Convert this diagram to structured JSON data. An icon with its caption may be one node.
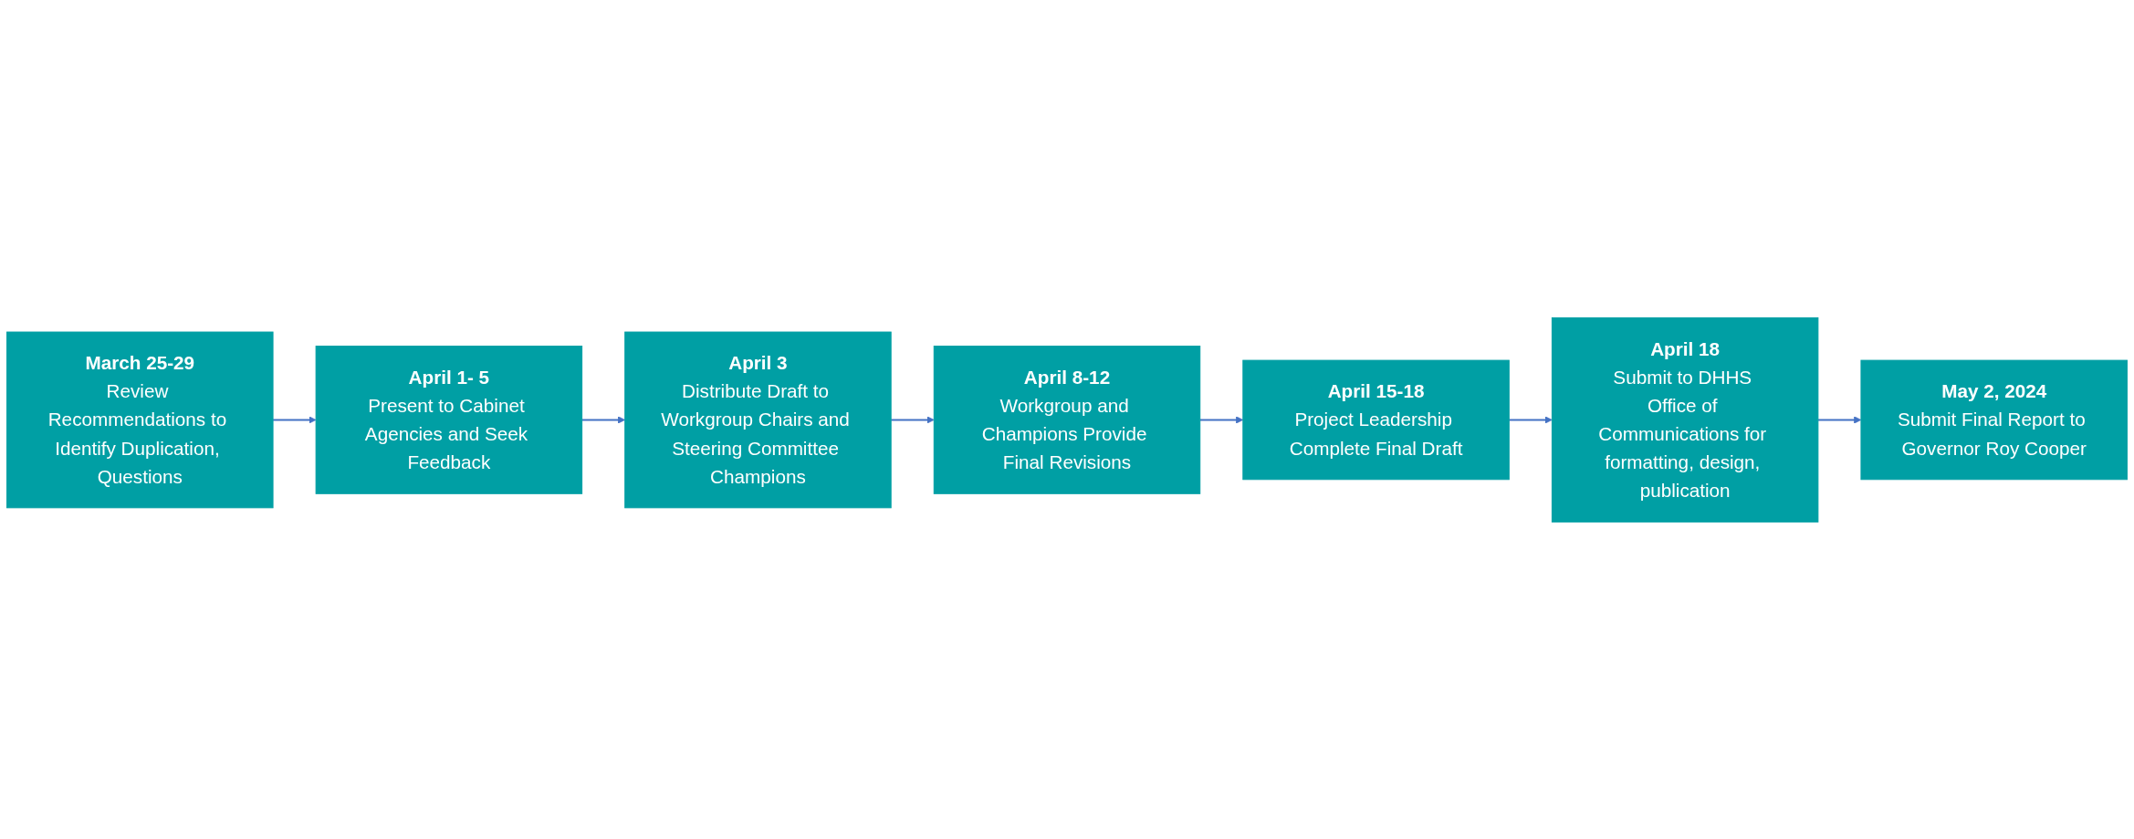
{
  "diagram": {
    "nodes": [
      {
        "text": [
          "March 25-29",
          "Review Recommendations to Identify Duplication, Questions"
        ]
      },
      {
        "text": [
          "April 1- 5",
          "Present to Cabinet Agencies and Seek Feedback"
        ]
      },
      {
        "text": [
          "April 3",
          "Distribute Draft to Workgroup Chairs and Steering Committee Champions"
        ]
      },
      {
        "text": [
          "April 8-12",
          "Workgroup and Champions Provide Final Revisions"
        ]
      },
      {
        "text": [
          "April 15-18",
          "Project Leadership Complete Final Draft"
        ]
      },
      {
        "text": [
          "April 18",
          "Submit to DHHS Office of Communications for formatting, design, publication"
        ]
      },
      {
        "text": [
          "May 2, 2024",
          "Submit Final Report to Governor Roy Cooper"
        ]
      }
    ],
    "edges": [
      {
        "from": 0,
        "to": 1,
        "arrow": "to"
      },
      {
        "from": 1,
        "to": 2,
        "arrow": "to"
      },
      {
        "from": 2,
        "to": 3,
        "arrow": "to"
      },
      {
        "from": 3,
        "to": 4,
        "arrow": "to"
      },
      {
        "from": 4,
        "to": 5,
        "arrow": "to"
      },
      {
        "from": 5,
        "to": 6,
        "arrow": "to"
      }
    ]
  }
}
